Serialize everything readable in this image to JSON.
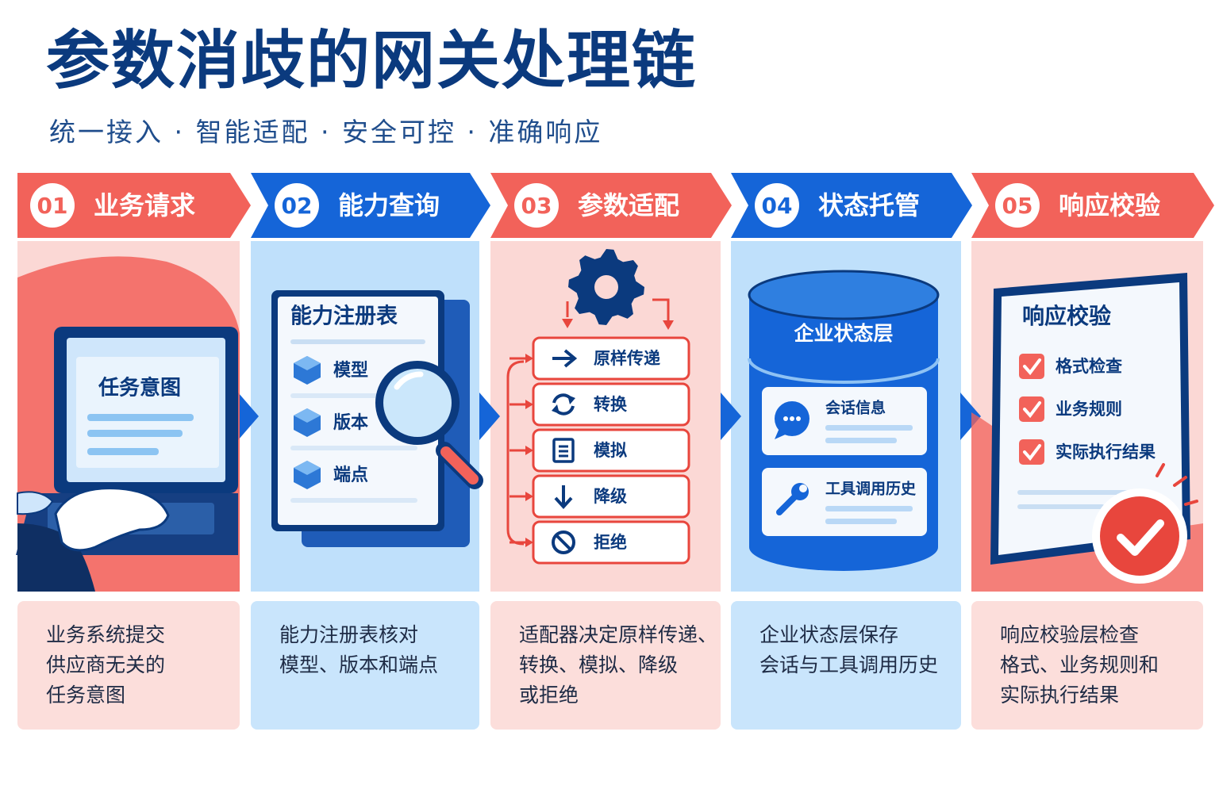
{
  "title": "参数消歧的网关处理链",
  "subtitle": "统一接入 · 智能适配 · 安全可控 · 准确响应",
  "colors": {
    "red": "#f2625a",
    "red_light": "#fbd8d5",
    "blue": "#1565d8",
    "blue_light": "#bfe0fb",
    "navy": "#0b3a7e"
  },
  "steps": [
    {
      "num": "01",
      "label": "业务请求",
      "theme": "red",
      "illustration": {
        "screen_title": "任务意图",
        "icons": [
          "laptop-icon",
          "hand-icon"
        ]
      },
      "caption": "业务系统提交\n供应商无关的\n任务意图"
    },
    {
      "num": "02",
      "label": "能力查询",
      "theme": "blue",
      "illustration": {
        "card_title": "能力注册表",
        "items": [
          "模型",
          "版本",
          "端点"
        ],
        "icons": [
          "cube-icon",
          "magnifier-icon"
        ]
      },
      "caption": "能力注册表核对\n模型、版本和端点"
    },
    {
      "num": "03",
      "label": "参数适配",
      "theme": "red",
      "illustration": {
        "options": [
          {
            "label": "原样传递",
            "icon": "arrow-right-icon"
          },
          {
            "label": "转换",
            "icon": "refresh-icon"
          },
          {
            "label": "模拟",
            "icon": "document-icon"
          },
          {
            "label": "降级",
            "icon": "arrow-down-icon"
          },
          {
            "label": "拒绝",
            "icon": "forbidden-icon"
          }
        ],
        "icons": [
          "gear-icon"
        ]
      },
      "caption": "适配器决定原样传递、\n转换、模拟、降级\n或拒绝"
    },
    {
      "num": "04",
      "label": "状态托管",
      "theme": "blue",
      "illustration": {
        "db_title": "企业状态层",
        "records": [
          {
            "label": "会话信息",
            "icon": "chat-icon"
          },
          {
            "label": "工具调用历史",
            "icon": "wrench-icon"
          }
        ]
      },
      "caption": "企业状态层保存\n会话与工具调用历史"
    },
    {
      "num": "05",
      "label": "响应校验",
      "theme": "red",
      "illustration": {
        "card_title": "响应校验",
        "checks": [
          "格式检查",
          "业务规则",
          "实际执行结果"
        ],
        "icons": [
          "checkbox-icon",
          "check-circle-icon"
        ]
      },
      "caption": "响应校验层检查\n格式、业务规则和\n实际执行结果"
    }
  ]
}
